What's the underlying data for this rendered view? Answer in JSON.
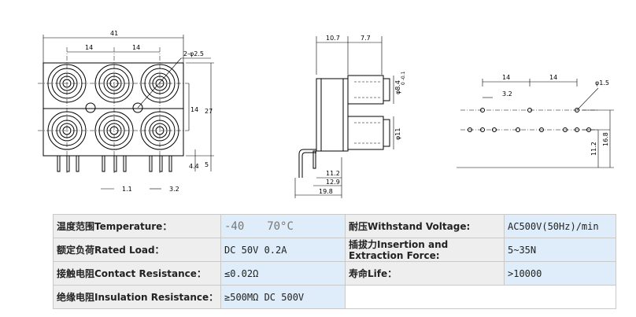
{
  "drawing": {
    "front": {
      "dim_total_width": "41",
      "dim_pitch_left": "14",
      "dim_pitch_right": "14",
      "dim_holes": "2-φ2.5",
      "dim_row_pitch": "14",
      "dim_height": "27",
      "dim_pin_a": "4.4",
      "dim_pin_b": "5",
      "dim_pin_c": "1.1",
      "dim_pin_d": "3.2"
    },
    "side": {
      "dim_top_a": "10.7",
      "dim_top_b": "7.7",
      "dim_dia_small": "φ8.4",
      "dim_dia_small_tol": "0 -0.1",
      "dim_dia_large": "φ11",
      "dim_bottom_a": "11.2",
      "dim_bottom_b": "12.9",
      "dim_bottom_c": "19.8"
    },
    "pcb": {
      "dim_pitch_left": "14",
      "dim_pitch_right": "14",
      "dim_hole": "φ1.5",
      "dim_offset": "3.2",
      "dim_row_a": "11.2",
      "dim_row_b": "16.8"
    }
  },
  "specs": {
    "temperature": {
      "label": "温度范围Temperature：",
      "value_a": "-40",
      "value_b": "70°C"
    },
    "withstand": {
      "label": "耐压Withstand Voltage:",
      "value": "AC500V(50Hz)/min"
    },
    "rated_load": {
      "label": "额定负荷Rated Load：",
      "value": "DC 50V 0.2A"
    },
    "insertion": {
      "label": "插拔力Insertion and Extraction Force:",
      "value": "5~35N"
    },
    "contact": {
      "label": "接触电阻Contact Resistance：",
      "value": "≤0.02Ω"
    },
    "life": {
      "label": "寿命Life：",
      "value": ">10000"
    },
    "insulation": {
      "label": "绝缘电阻Insulation Resistance：",
      "value": "≥500MΩ DC 500V"
    }
  }
}
